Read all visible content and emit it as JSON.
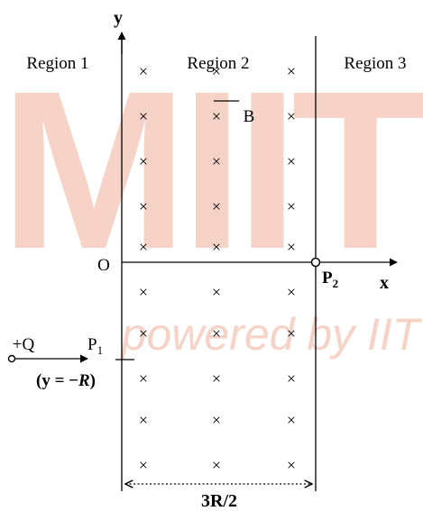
{
  "watermark": {
    "big_text": "MIIT",
    "tagline": "powered by IIT",
    "color": "#f6d3c6"
  },
  "axes": {
    "y_label": "y",
    "x_label": "x",
    "origin_label": "O"
  },
  "regions": {
    "region1": "Region 1",
    "region2": "Region 2",
    "region3": "Region 3"
  },
  "field": {
    "label": "B",
    "symbol": "×"
  },
  "points": {
    "p1_main": "P",
    "p1_sub": "1",
    "p2_main": "P",
    "p2_sub": "2"
  },
  "charge": {
    "label": "+Q",
    "position": "(y = −R)",
    "pos_prefix": "(y = −",
    "pos_var": "R",
    "pos_suffix": ")"
  },
  "width_label": "3R/2",
  "colors": {
    "ink": "#000000",
    "watermark": "#f6d3c6"
  }
}
